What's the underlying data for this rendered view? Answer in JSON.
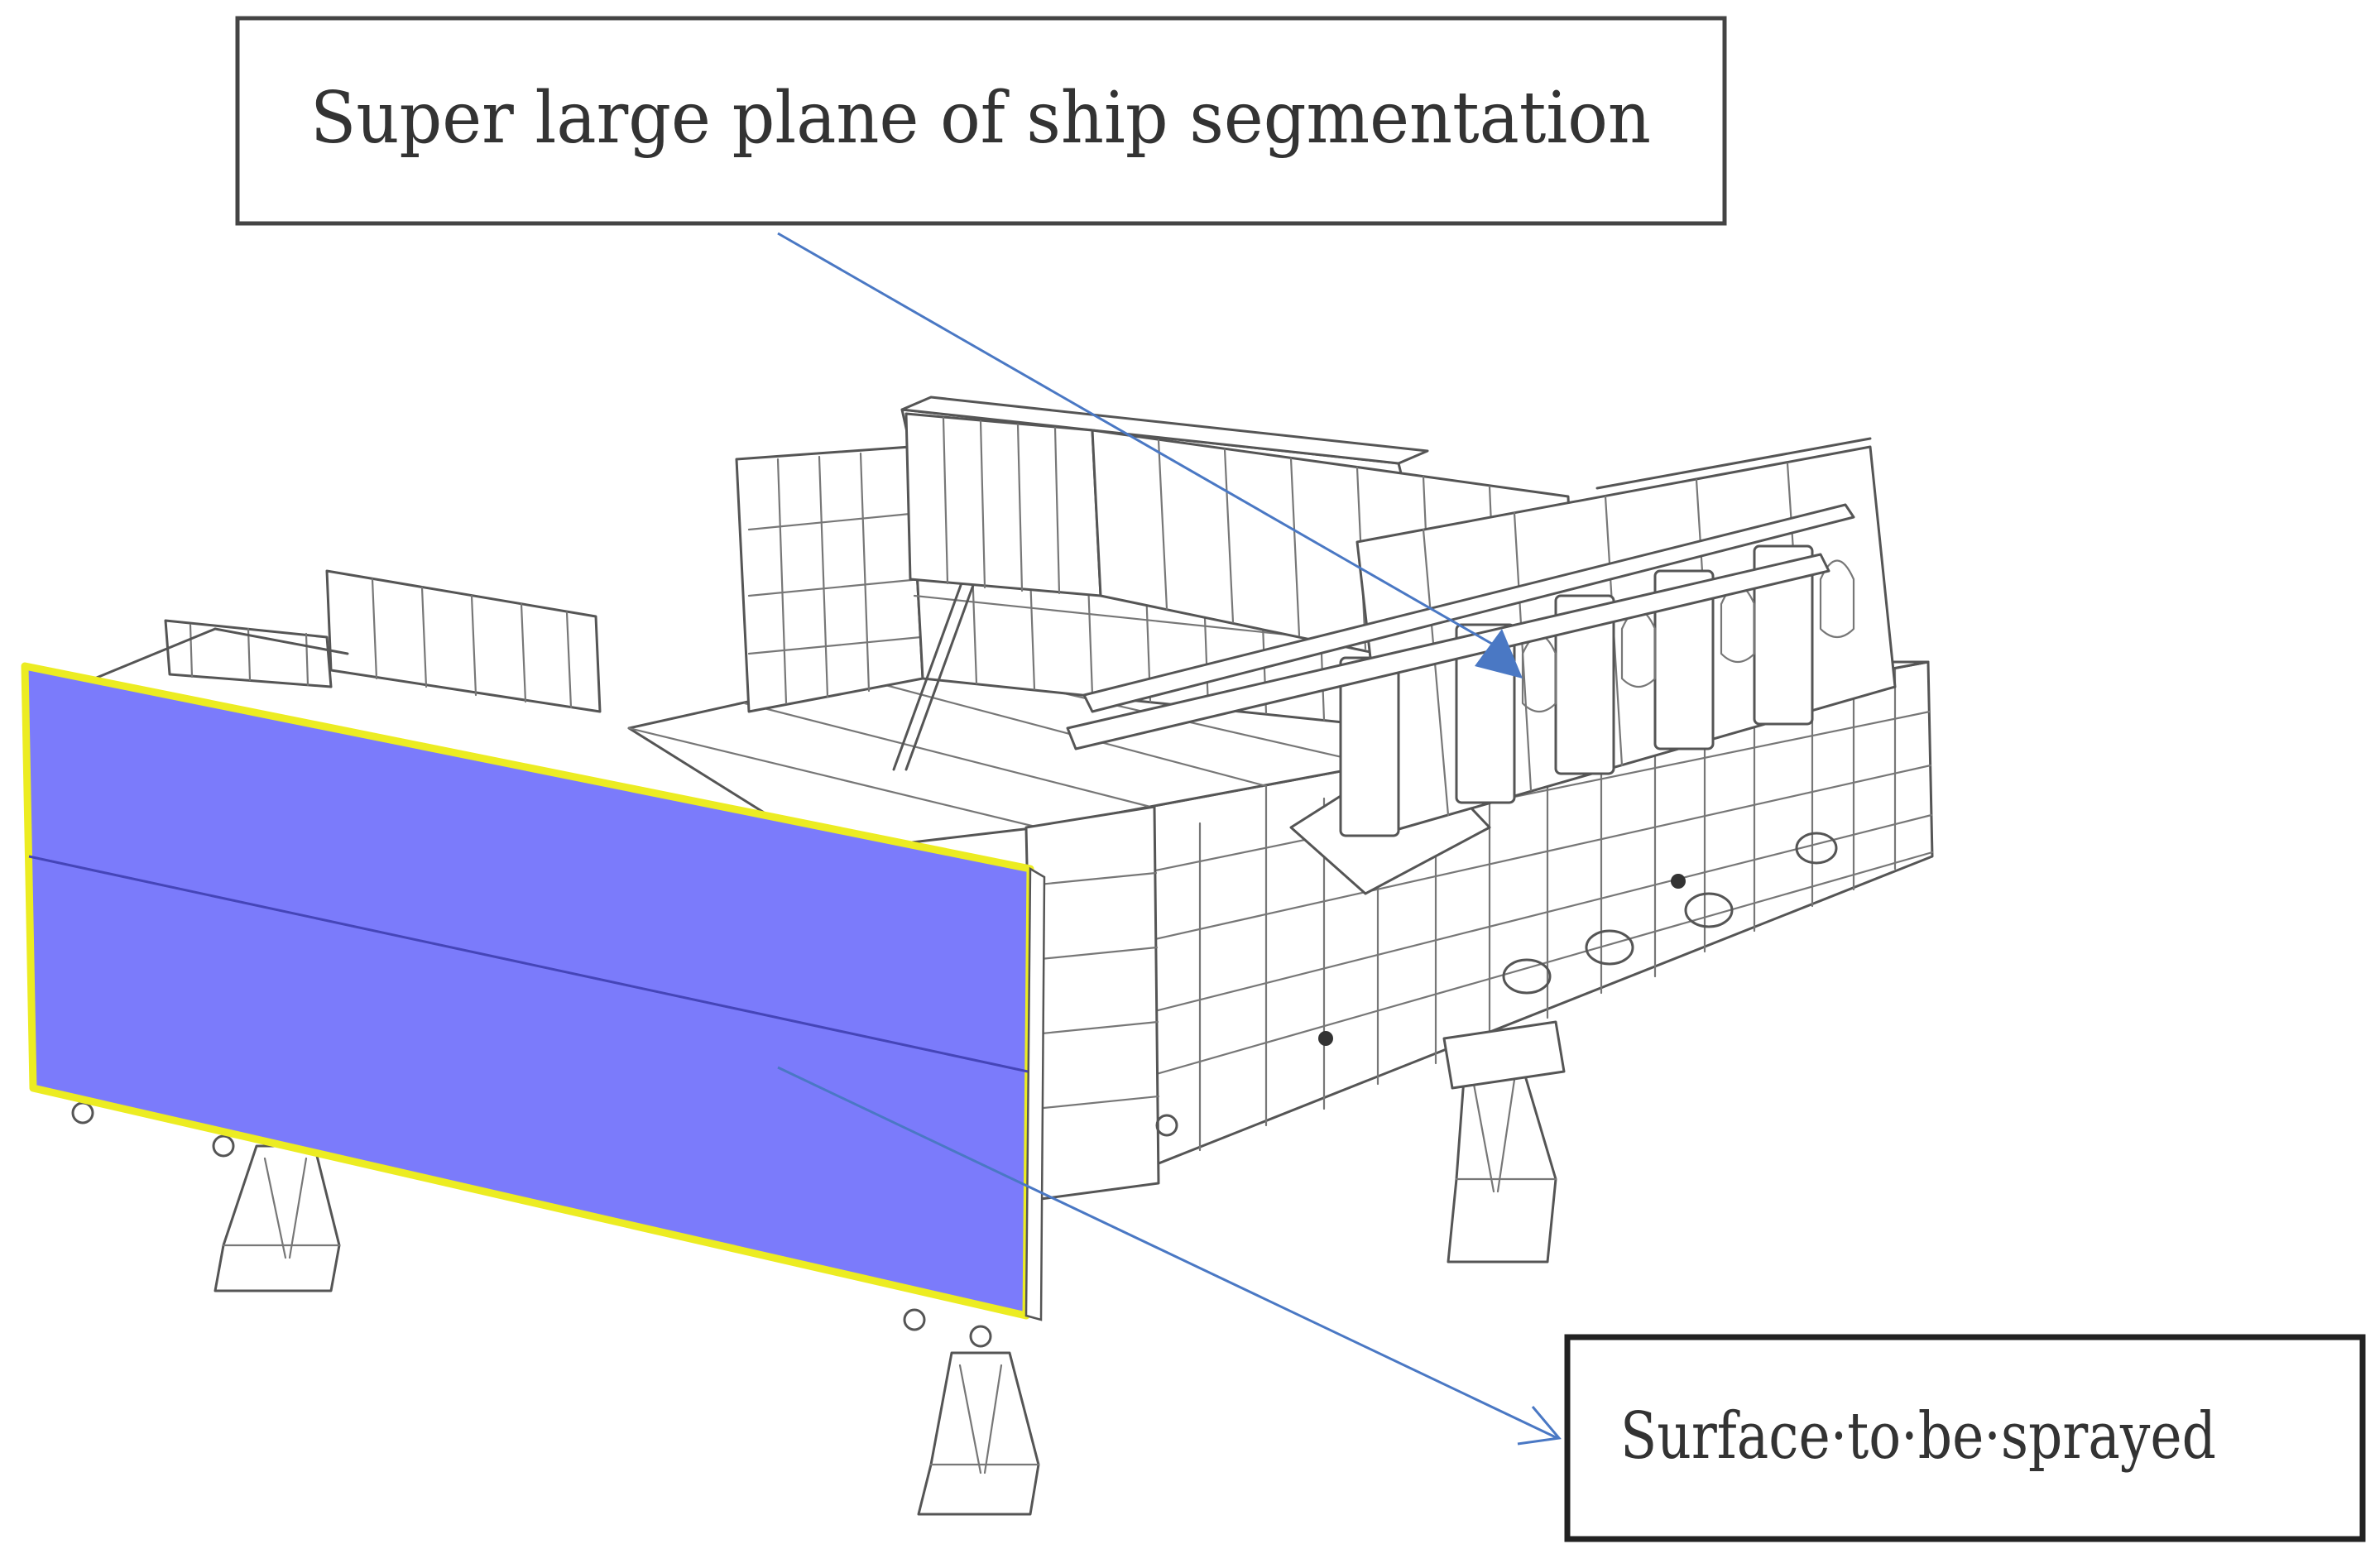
{
  "callouts": {
    "top": {
      "label": "Super large plane of ship segmentation"
    },
    "bottom": {
      "label": "Surface·to·be·sprayed"
    }
  },
  "colors": {
    "highlight_fill": "#7b7bfb",
    "highlight_outline": "#ecec22",
    "leader_line": "#4a78c4",
    "drawing_lines": "#555555"
  },
  "icons": {
    "structure": "ship-segment-drawing",
    "arrowhead": "filled-triangle-arrow"
  }
}
